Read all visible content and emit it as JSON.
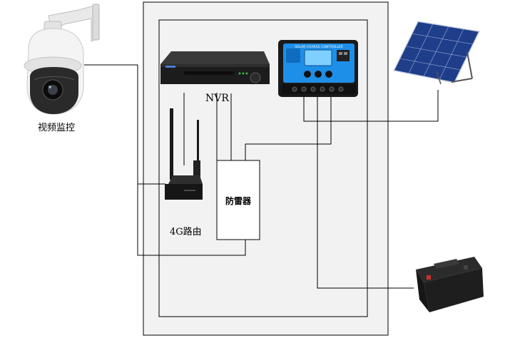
{
  "labels": {
    "camera": "视频监控",
    "nvr": "NVR",
    "lightning_protector": "防雷器",
    "router": "4G路由"
  },
  "controller": {
    "banner": "SOLAR CHARGE CONTROLLER"
  },
  "colors": {
    "line": "#000000",
    "cabinet_fill": "#f1f1f1",
    "inner_fill": "#f1f1f1",
    "controller_blue": "#1e8fe8",
    "controller_dark": "#1a1a1a",
    "solar_blue": "#1f3e8a",
    "battery_black": "#1b1b1b"
  },
  "icons": {
    "camera": "dome-camera-icon",
    "nvr": "nvr-recorder-icon",
    "controller": "solar-controller-icon",
    "solar": "solar-panel-icon",
    "router": "4g-router-icon",
    "battery": "battery-icon"
  }
}
